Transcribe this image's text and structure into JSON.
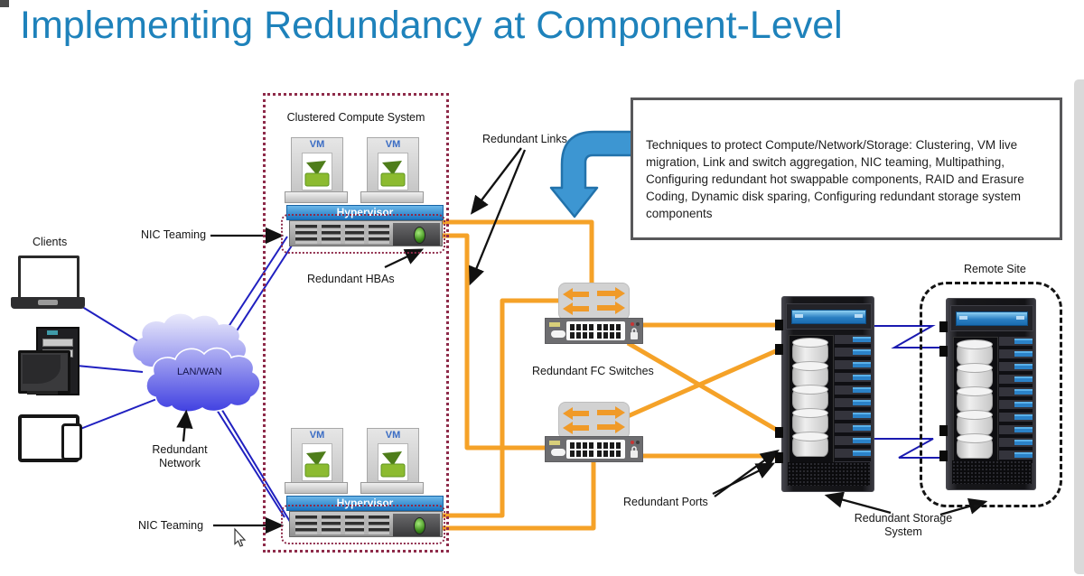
{
  "title": "Implementing Redundancy at Component-Level",
  "callout": {
    "text": "Techniques to protect Compute/Network/Storage: Clustering, VM live migration, Link and switch aggregation, NIC teaming, Multipathing, Configuring redundant hot swappable components, RAID and Erasure Coding, Dynamic disk sparing, Configuring redundant storage system components"
  },
  "cluster": {
    "label": "Clustered Compute  System",
    "hypervisor": "Hypervisor",
    "vm": "VM"
  },
  "network": {
    "clients": "Clients",
    "cloud": "LAN/WAN",
    "redundant_network": "Redundant Network",
    "nic_teaming_top": "NIC Teaming",
    "nic_teaming_bottom": "NIC Teaming"
  },
  "fabric": {
    "redundant_links": "Redundant Links",
    "redundant_hbas": "Redundant HBAs",
    "redundant_fc_switches": "Redundant FC Switches",
    "redundant_ports": "Redundant Ports"
  },
  "storage": {
    "redundant_storage_system": "Redundant Storage System",
    "remote_site": "Remote Site"
  },
  "colors": {
    "title": "#1e82bb",
    "orange_link": "#f5a228",
    "blue_line": "#2020c0",
    "maroon_dotted": "#8e2b4a",
    "callout_arrow_fill": "#3d96d2",
    "hypervisor_bar": "#2f88cc",
    "rack_led": "#4aa7e8"
  }
}
